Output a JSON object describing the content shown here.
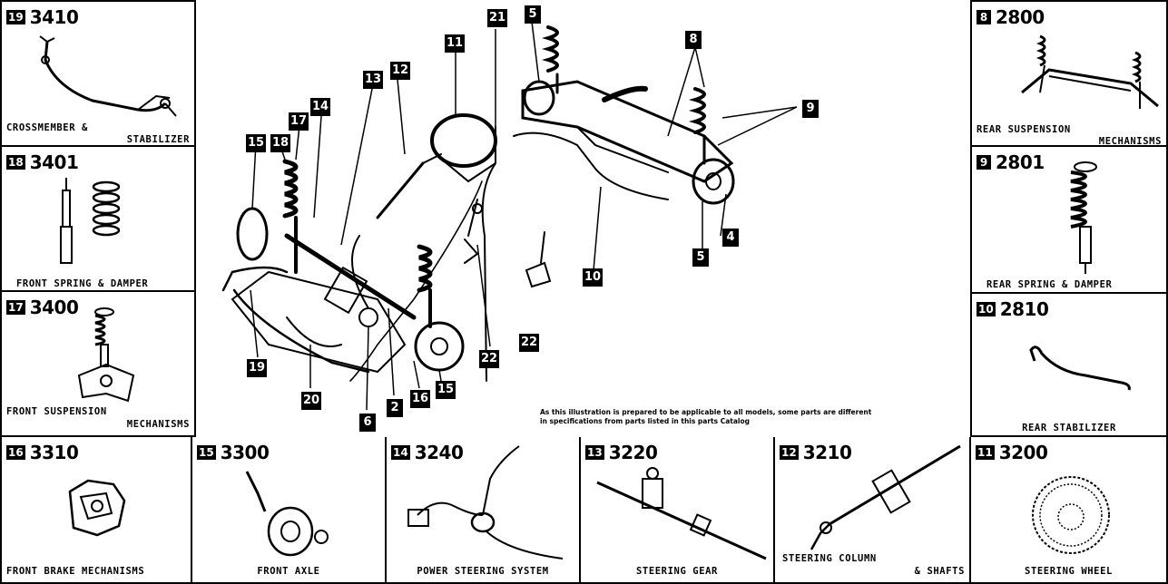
{
  "panels": {
    "p19": {
      "num": "19",
      "code": "3410",
      "cap1": "CROSSMEMBER &",
      "cap2": "STABILIZER"
    },
    "p18": {
      "num": "18",
      "code": "3401",
      "cap1": "FRONT SPRING & DAMPER"
    },
    "p17": {
      "num": "17",
      "code": "3400",
      "cap1": "FRONT SUSPENSION",
      "cap2": "MECHANISMS"
    },
    "p8": {
      "num": "8",
      "code": "2800",
      "cap1": "REAR SUSPENSION",
      "cap2": "MECHANISMS"
    },
    "p9": {
      "num": "9",
      "code": "2801",
      "cap1": "REAR SPRING & DAMPER"
    },
    "p10": {
      "num": "10",
      "code": "2810",
      "cap1": "REAR STABILIZER"
    },
    "p16": {
      "num": "16",
      "code": "3310",
      "cap1": "FRONT BRAKE MECHANISMS"
    },
    "p15": {
      "num": "15",
      "code": "3300",
      "cap1": "FRONT AXLE"
    },
    "p14": {
      "num": "14",
      "code": "3240",
      "cap1": "POWER STEERING SYSTEM"
    },
    "p13": {
      "num": "13",
      "code": "3220",
      "cap1": "STEERING GEAR"
    },
    "p12": {
      "num": "12",
      "code": "3210",
      "cap1": "STEERING COLUMN",
      "cap2": "& SHAFTS"
    },
    "p11": {
      "num": "11",
      "code": "3200",
      "cap1": "STEERING WHEEL"
    }
  },
  "callouts": {
    "c21": "21",
    "c5a": "5",
    "c8": "8",
    "c11": "11",
    "c12": "12",
    "c13": "13",
    "c14": "14",
    "c17": "17",
    "c15a": "15",
    "c18": "18",
    "c9": "9",
    "c4": "4",
    "c5b": "5",
    "c10": "10",
    "c22a": "22",
    "c22b": "22",
    "c19": "19",
    "c20": "20",
    "c6": "6",
    "c2": "2",
    "c16": "16",
    "c15b": "15"
  },
  "note": {
    "line1": "As this illustration is prepared to be applicable to all models, some parts are different",
    "line2": "in specifications from parts listed in this parts Catalog"
  }
}
